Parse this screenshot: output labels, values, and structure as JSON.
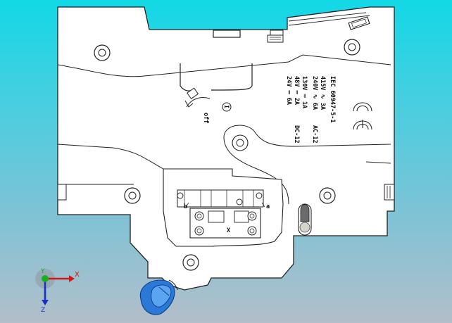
{
  "viewport": {
    "background_top": "#12d8e6",
    "background_bottom": "#b3bec9"
  },
  "part": {
    "standard": "IEC 60947-5-1",
    "ratings": {
      "ac_row_1": "415V ∿ 3A",
      "ac_row_2": "240V ∿ 6A",
      "ac_category": "AC-12",
      "dc_row_1": "130V ═ 1A",
      "dc_row_2": "48V ═ 2A",
      "dc_row_3": "24V ═ 6A",
      "dc_category": "DC-12"
    },
    "off_label": "off",
    "on_symbol": "I",
    "terminal_mark": "X",
    "terminal_letters": [
      "b",
      "a"
    ],
    "outline_color": "#222222",
    "fill_color": "#ffffff",
    "handle_color": "#2b79d6"
  },
  "triad": {
    "x_label": "X",
    "y_label": "Y",
    "z_label": "Z",
    "x_color": "#d01818",
    "y_color": "#19b019",
    "z_color": "#1a2fc8"
  }
}
